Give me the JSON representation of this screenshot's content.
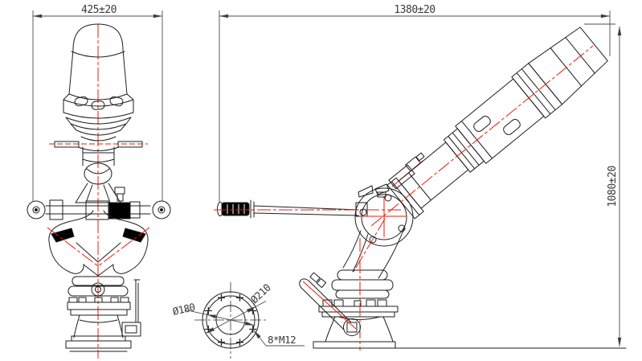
{
  "colors": {
    "background": "#ffffff",
    "outline": "#1e1e1e",
    "centerline": "#f21808",
    "dim_line": "#4d4d4d",
    "dim_text": "#3a3a3a",
    "solid_fill": "#000000"
  },
  "views": {
    "front": {
      "width_dim": "425±20"
    },
    "side": {
      "length_dim": "1380±20",
      "height_dim": "1080±20"
    },
    "flange": {
      "bolt_circle": "Ø180",
      "outer_diameter": "Ø210",
      "bolt_spec": "8*M12"
    }
  }
}
